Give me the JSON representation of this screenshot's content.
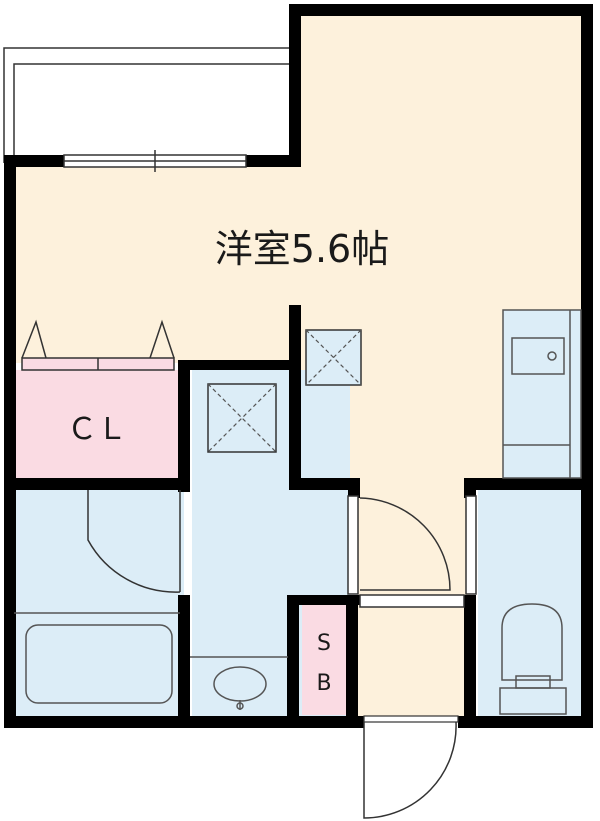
{
  "floorplan": {
    "rooms": {
      "western_room": {
        "label": "洋室5.6帖",
        "fill": "#fdf1dc"
      },
      "closet": {
        "label": "ＣＬ",
        "fill": "#fadbe3"
      },
      "shoe_box": {
        "label_top": "S",
        "label_bottom": "B",
        "fill": "#fadbe3"
      },
      "wet_area_fill": "#dcedf7",
      "entrance_fill": "#fdf1dc"
    },
    "colors": {
      "wall": "#000000",
      "line": "#333333"
    }
  }
}
